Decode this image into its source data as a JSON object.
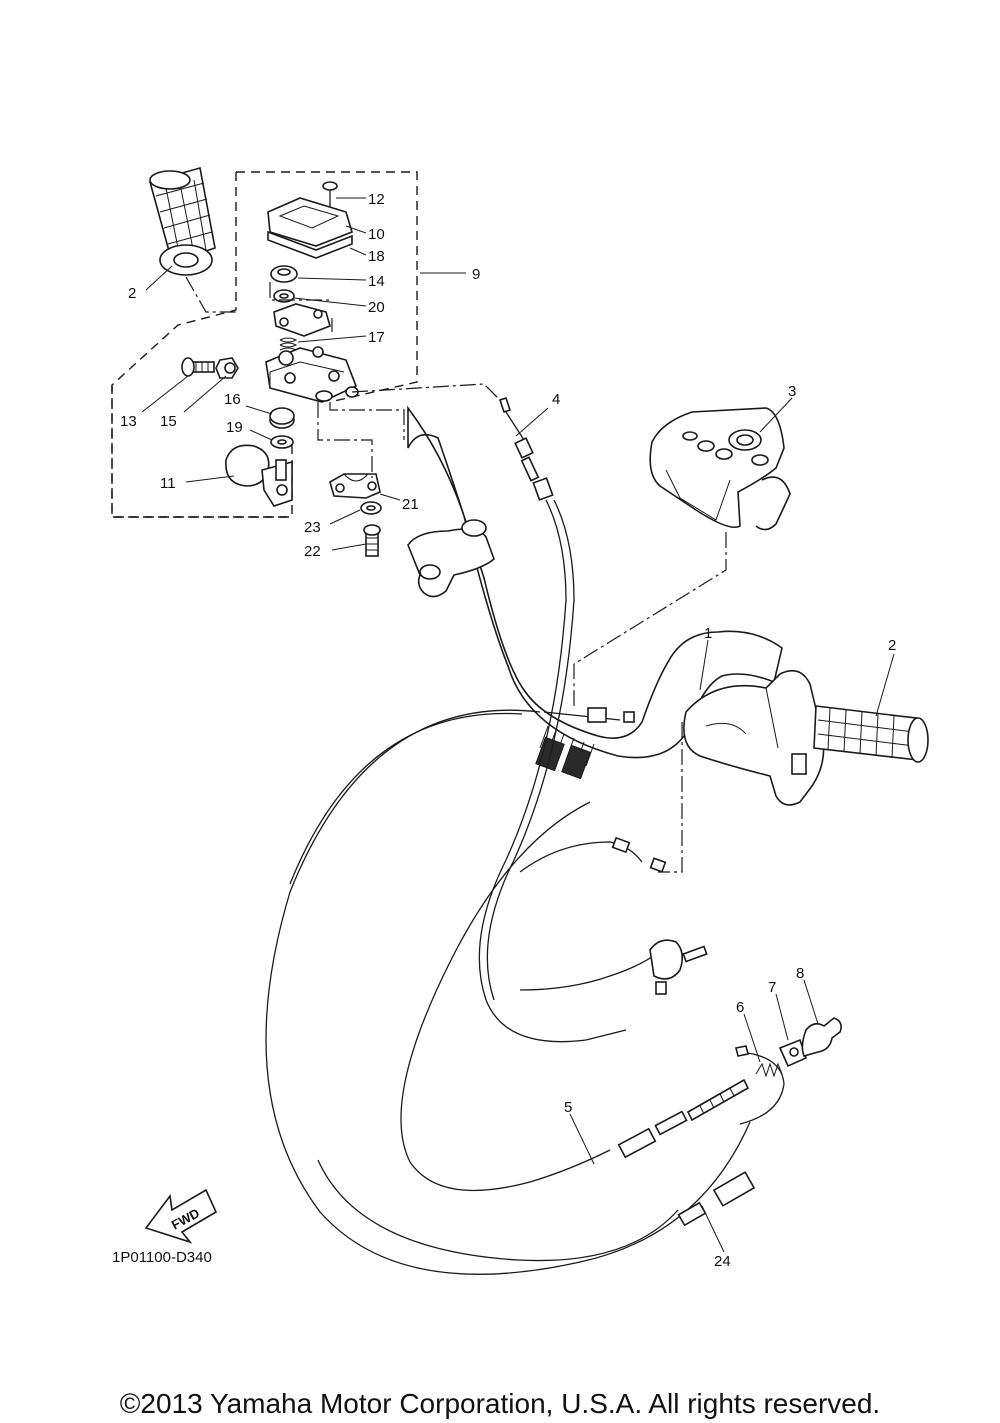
{
  "diagram": {
    "code": "1P01100-D340",
    "fwd_label": "FWD",
    "callouts": [
      "1",
      "2",
      "2",
      "3",
      "4",
      "5",
      "6",
      "7",
      "8",
      "9",
      "10",
      "11",
      "12",
      "13",
      "14",
      "15",
      "16",
      "17",
      "18",
      "19",
      "20",
      "21",
      "22",
      "23",
      "24"
    ]
  },
  "footer": {
    "copyright": "©2013 Yamaha Motor Corporation, U.S.A. All rights reserved."
  }
}
